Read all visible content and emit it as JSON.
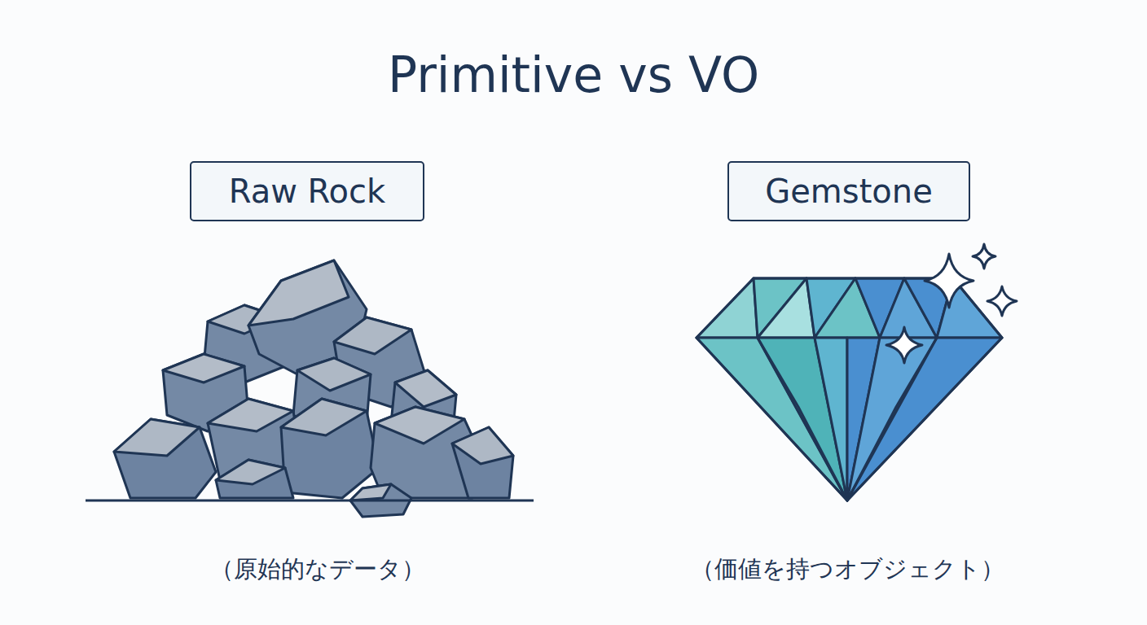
{
  "diagram": {
    "title": "Primitive vs VO",
    "nodes": [
      {
        "text": [
          "Raw Rock"
        ]
      },
      {
        "text": [
          "Gemstone"
        ]
      }
    ],
    "edges": [],
    "labels": [
      "（原始的なデータ）",
      "（価値を持つオブジェクト）"
    ]
  }
}
